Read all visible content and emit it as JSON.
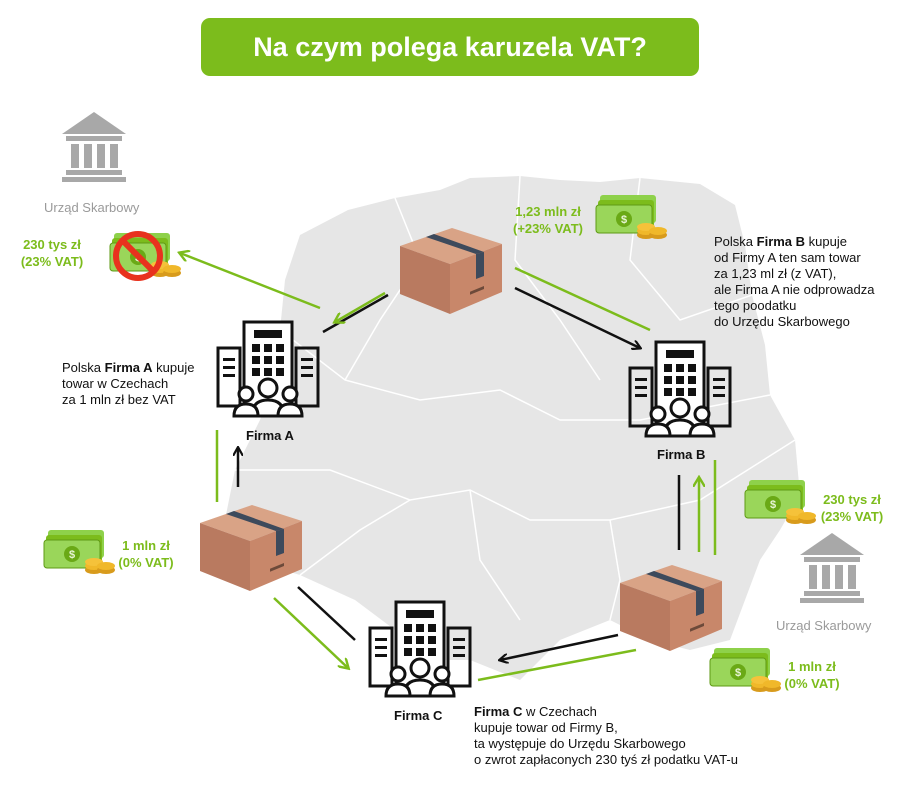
{
  "title": "Na czym polega karuzela VAT?",
  "tax_office_left": {
    "label": "Urząd Skarbowy"
  },
  "tax_office_right": {
    "label": "Urząd Skarbowy"
  },
  "firm_a": {
    "name": "Firma A",
    "desc_line1_pre": "Polska ",
    "desc_line1_bold": "Firma A",
    "desc_line1_post": " kupuje",
    "desc_line2": "towar w Czechach",
    "desc_line3": "za 1 mln zł bez VAT"
  },
  "firm_b": {
    "name": "Firma B",
    "desc_line1_pre": "Polska ",
    "desc_line1_bold": "Firma B",
    "desc_line1_post": " kupuje",
    "desc_line2": "od Firmy A ten sam towar",
    "desc_line3": "za 1,23 ml zł (z VAT),",
    "desc_line4": "ale Firma A nie odprowadza",
    "desc_line5": "tego poodatku",
    "desc_line6": "do Urzędu Skarbowego"
  },
  "firm_c": {
    "name": "Firma C",
    "desc_line1_bold": "Firma C",
    "desc_line1_post": " w Czechach",
    "desc_line2": "kupuje towar od Firmy B,",
    "desc_line3": "ta występuje do Urzędu Skarbowego",
    "desc_line4": "o zwrot zapłaconych 230 tyś zł podatku VAT-u"
  },
  "money_top": {
    "line1": "1,23 mln zł",
    "line2": "(+23% VAT)"
  },
  "money_left_vat": {
    "line1": "230 tys zł",
    "line2": "(23% VAT)"
  },
  "money_left_bottom": {
    "line1": "1 mln zł",
    "line2": "(0% VAT)"
  },
  "money_right_vat": {
    "line1": "230 tys zł",
    "line2": "(23% VAT)"
  },
  "money_right_bottom": {
    "line1": "1 mln zł",
    "line2": "(0% VAT)"
  },
  "colors": {
    "accent": "#7cbc1c",
    "box": "#c8876a",
    "tape": "#3d4a5c",
    "map": "#e6e6e6",
    "bank": "#a8a8a8",
    "forbidden": "#e8321e"
  }
}
